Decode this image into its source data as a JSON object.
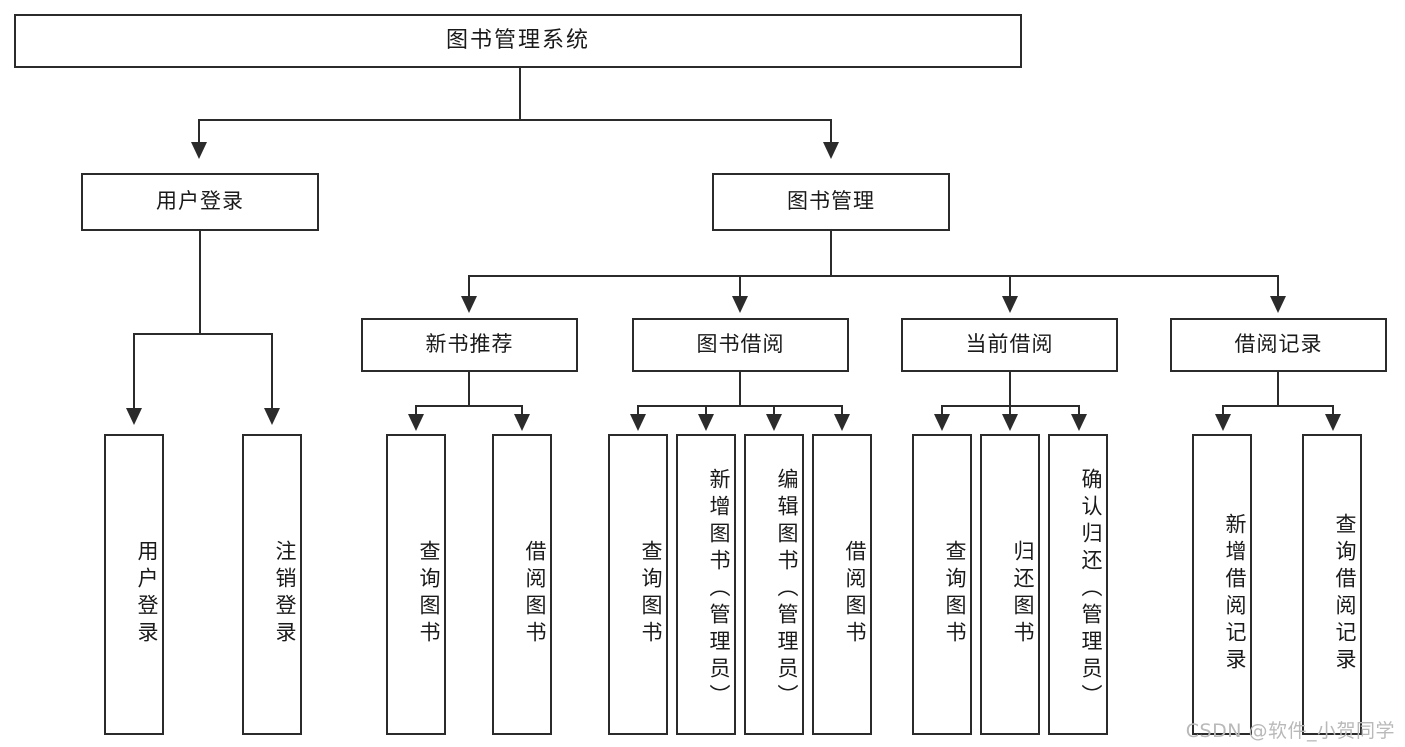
{
  "diagram": {
    "title": "图书管理系统",
    "type": "tree",
    "root": {
      "label": "图书管理系统"
    },
    "level2": [
      {
        "id": "user-login",
        "label": "用户登录"
      },
      {
        "id": "book-manage",
        "label": "图书管理"
      }
    ],
    "level3": [
      {
        "id": "new-book-recommend",
        "label": "新书推荐",
        "parent": "book-manage"
      },
      {
        "id": "book-borrow",
        "label": "图书借阅",
        "parent": "book-manage"
      },
      {
        "id": "current-borrow",
        "label": "当前借阅",
        "parent": "book-manage"
      },
      {
        "id": "borrow-record",
        "label": "借阅记录",
        "parent": "book-manage"
      }
    ],
    "leaves": {
      "user_login": [
        {
          "id": "leaf-user-login",
          "label": "用户登录"
        },
        {
          "id": "leaf-logout",
          "label": "注销登录"
        }
      ],
      "new_book_recommend": [
        {
          "id": "leaf-query-book-1",
          "label": "查询图书"
        },
        {
          "id": "leaf-borrow-book-1",
          "label": "借阅图书"
        }
      ],
      "book_borrow": [
        {
          "id": "leaf-query-book-2",
          "label": "查询图书"
        },
        {
          "id": "leaf-add-book",
          "label": "新增图书（管理员）"
        },
        {
          "id": "leaf-edit-book",
          "label": "编辑图书（管理员）"
        },
        {
          "id": "leaf-borrow-book-2",
          "label": "借阅图书"
        }
      ],
      "current_borrow": [
        {
          "id": "leaf-query-book-3",
          "label": "查询图书"
        },
        {
          "id": "leaf-return-book",
          "label": "归还图书"
        },
        {
          "id": "leaf-confirm-return",
          "label": "确认归还（管理员）"
        }
      ],
      "borrow_record": [
        {
          "id": "leaf-add-record",
          "label": "新增借阅记录"
        },
        {
          "id": "leaf-query-record",
          "label": "查询借阅记录"
        }
      ]
    }
  },
  "watermark": {
    "text": "CSDN @软件_小贺同学"
  },
  "colors": {
    "stroke": "#2b2b2b",
    "fill": "#ffffff",
    "text": "#1a1a1a",
    "watermark": "#b9b9b9"
  }
}
